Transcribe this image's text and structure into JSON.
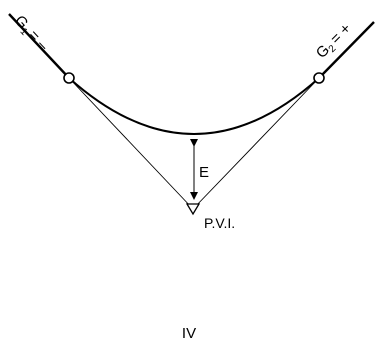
{
  "diagram": {
    "left_grade": {
      "letter": "G",
      "subscript": "1",
      "sign": "= –"
    },
    "right_grade": {
      "letter": "G",
      "subscript": "2",
      "sign": "= +"
    },
    "external_distance_label": "E",
    "pvi_label": "P.V.I.",
    "caption": "IV"
  },
  "colors": {
    "line": "#000000",
    "background": "#ffffff"
  },
  "icons": {
    "pvc_point": "open-circle",
    "pvt_point": "open-circle",
    "pvi_marker": "down-triangle",
    "dimension_arrows": "double-headed-arrow"
  }
}
